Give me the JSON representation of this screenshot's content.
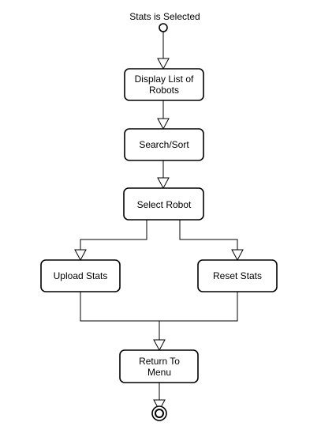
{
  "diagram": {
    "start_label": "Stats is Selected",
    "nodes": {
      "display_list": [
        "Display List of",
        "Robots"
      ],
      "search_sort": [
        "Search/Sort"
      ],
      "select_robot": [
        "Select Robot"
      ],
      "upload_stats": [
        "Upload Stats"
      ],
      "reset_stats": [
        "Reset Stats"
      ],
      "return_menu": [
        "Return To",
        "Menu"
      ]
    }
  }
}
